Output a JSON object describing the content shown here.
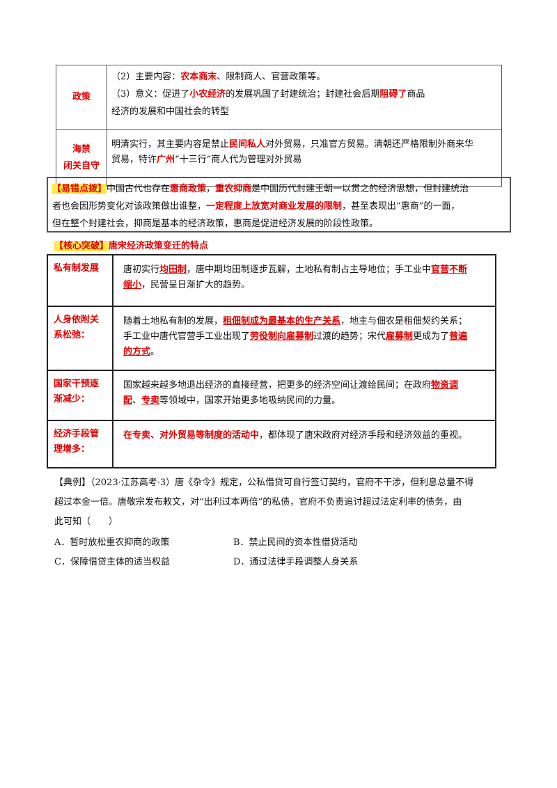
{
  "table1": {
    "row1": {
      "label": "政策",
      "line1": {
        "pre": "（2）主要内容：",
        "r1": "农本商末",
        "mid": "、限制商人、官营政策等。"
      },
      "line2": {
        "pre": "（3）意义：促进了",
        "r1": "小农经济",
        "mid": "的发展巩固了封建统治；封建社会后期",
        "r2": "阻碍了",
        "post": "商品"
      },
      "line3": "经济的发展和中国社会的转型"
    },
    "row2": {
      "label1": "海禁",
      "label2": "闭关自守",
      "line1": {
        "pre": "明清实行，其主要内容是禁止",
        "r1": "民间私人",
        "post": "对外贸易，只准官方贸易。清朝还严格限制外商来华"
      },
      "line2": {
        "pre": "贸易，特许",
        "r1": "广州",
        "post": "“十三行”商人代为管理对外贸易"
      }
    }
  },
  "tip": {
    "tag": "【易错点拨】",
    "t1": "中国古代也存在",
    "h1": "惠商政策",
    "t2": "，",
    "h2": "重农抑商",
    "t3": "是中国历代封建王朝一以贯之的经济思想，但封建统治",
    "line2a": "者也会因形势变化对该政策做出谁整，",
    "h3": "一定程度上放宽对商业发展的限制",
    "line2b": "，甚至表现出“惠商”的一面，",
    "line3": "但在整个封建社会，抑商是基本的经济政策，惠商是促进经济发展的阶段性政策。"
  },
  "core": {
    "tag": "【核心突破】",
    "title": "唐宋经济政策变迁的特点"
  },
  "table2": [
    {
      "label": "私有制发展",
      "l1a": "唐初实行",
      "l1b": "均田制",
      "l1c": "，唐中期均田制逐步瓦解，土地私有制占主导地位；手工业中",
      "l1d": "官营不断",
      "l2a": "缩小",
      "l2b": "，民营呈日渐扩大的趋势。"
    },
    {
      "label": "人身依附关系松弛：",
      "l1a": "随着土地私有制的发展，",
      "l1b": "租佃制成为最基本的生产关系",
      "l1c": "，地主与佃农是租佃契约关系；",
      "l2a": "手工业中唐代官营手工业出现了",
      "l2b": "劳役制向雇募制",
      "l2c": "过渡的趋势；宋代",
      "l2d": "雇募制",
      "l2e": "更成为了",
      "l2f": "普遍",
      "l3a": "的方式",
      "l3b": "。"
    },
    {
      "label": "国家干预逐渐减少：",
      "l1a": "国家越来越多地退出经济的直接经营，把更多的经济空间让渡给民间；在政府",
      "l1b": "物资调",
      "l2a": "配",
      "l2b": "、",
      "l2c": "专卖",
      "l2d": "等领域中，国家开始更多地吸纳民间的力量。"
    },
    {
      "label": "经济手段管理增多：",
      "l1a": "在专卖、对外贸易等制度的活动中",
      "l1b": "，都体现了唐宋政府对经济手段和经济效益的重视。"
    }
  ],
  "example": {
    "line1": "【典例】（2023·江苏高考·3）唐《杂令》规定，公私借贷可自行签订契约，官府不干涉，但利息总量不得",
    "line2": "超过本金一倍。唐敬宗发布敕文，对“出利过本两倍”的私债，官府不负责追讨超过法定利率的债务，由",
    "line3": "此可知（　　）",
    "options": [
      "A．暂时放松重农抑商的政策",
      "B．禁止民间的资本性借贷活动",
      "C．保障借贷主体的适当权益",
      "D．通过法律手段调整人身关系"
    ]
  }
}
